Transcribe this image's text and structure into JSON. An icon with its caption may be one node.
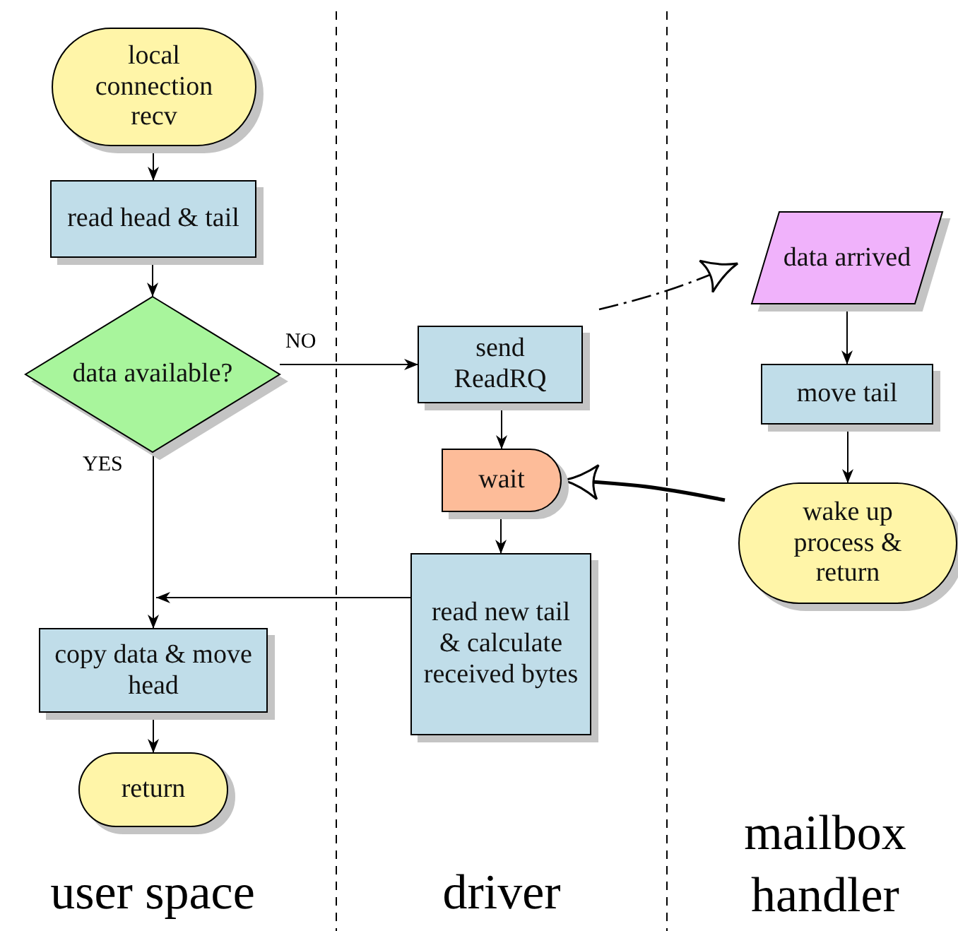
{
  "diagram": {
    "nodes": [
      {
        "text": [
          "local connection recv"
        ]
      },
      {
        "text": [
          "read head & tail"
        ]
      },
      {
        "text": [
          "data available?"
        ]
      },
      {
        "text": [
          "send ReadRQ"
        ]
      },
      {
        "text": [
          "wait"
        ]
      },
      {
        "text": [
          "read new tail & calculate received bytes"
        ]
      },
      {
        "text": [
          "copy data & move head"
        ]
      },
      {
        "text": [
          "return"
        ]
      },
      {
        "text": [
          "data arrived"
        ]
      },
      {
        "text": [
          "move tail"
        ]
      },
      {
        "text": [
          "wake up process & return"
        ]
      }
    ],
    "edges": [
      {
        "from": 0,
        "to": 1,
        "arrow": "to"
      },
      {
        "from": 1,
        "to": 2,
        "arrow": "to"
      },
      {
        "from": 2,
        "to": 3,
        "arrow": "to",
        "label": "NO"
      },
      {
        "from": 2,
        "to": 6,
        "arrow": "to",
        "label": "YES"
      },
      {
        "from": 3,
        "to": 4,
        "arrow": "to"
      },
      {
        "from": 4,
        "to": 5,
        "arrow": "to"
      },
      {
        "from": 5,
        "to": 6,
        "arrow": "to"
      },
      {
        "from": 6,
        "to": 7,
        "arrow": "to"
      },
      {
        "from": 8,
        "to": 9,
        "arrow": "to"
      },
      {
        "from": 9,
        "to": 10,
        "arrow": "to"
      },
      {
        "from": 3,
        "to": 8,
        "arrow": "to",
        "style": "dashed"
      },
      {
        "from": 10,
        "to": 4,
        "arrow": "to",
        "style": "thick"
      }
    ],
    "labels": [
      "user space",
      "driver",
      "mailbox handler"
    ]
  }
}
